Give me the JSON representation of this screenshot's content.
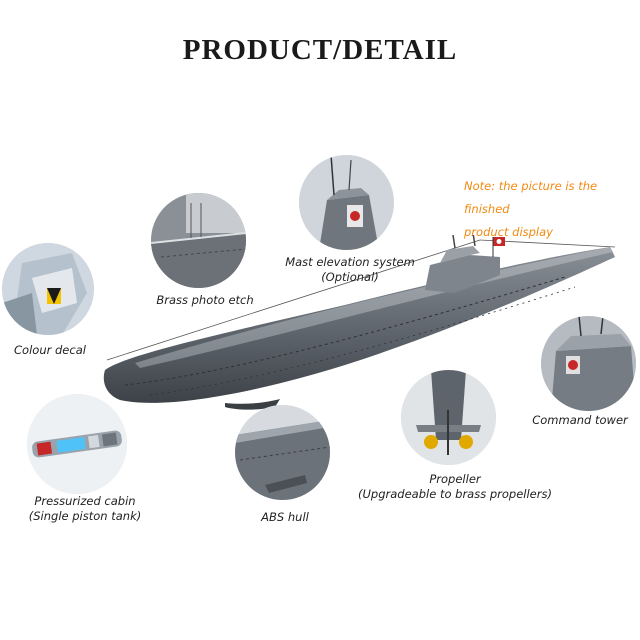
{
  "title": "PRODUCT/DETAIL",
  "note": {
    "line1": "Note: the picture is the finished",
    "line2": "product display",
    "color": "#f08a12"
  },
  "details": {
    "colour_decal": "Colour decal",
    "brass_photo_etch": "Brass photo etch",
    "mast": {
      "line1": "Mast elevation system",
      "line2": "(Optional)"
    },
    "command_tower": "Command tower",
    "pressurized": {
      "line1": "Pressurized cabin",
      "line2": "(Single piston tank)"
    },
    "abs_hull": "ABS hull",
    "propeller": {
      "line1": "Propeller",
      "line2": "(Upgradeable to brass propellers)"
    }
  },
  "icons": {
    "colour_decal": "colour-decal-photo",
    "brass_photo_etch": "brass-photo-etch-photo",
    "mast": "mast-elevation-photo",
    "command_tower": "command-tower-photo",
    "pressurized": "pressurized-cabin-photo",
    "abs_hull": "abs-hull-photo",
    "propeller": "propeller-photo",
    "submarine": "submarine-model-image"
  }
}
